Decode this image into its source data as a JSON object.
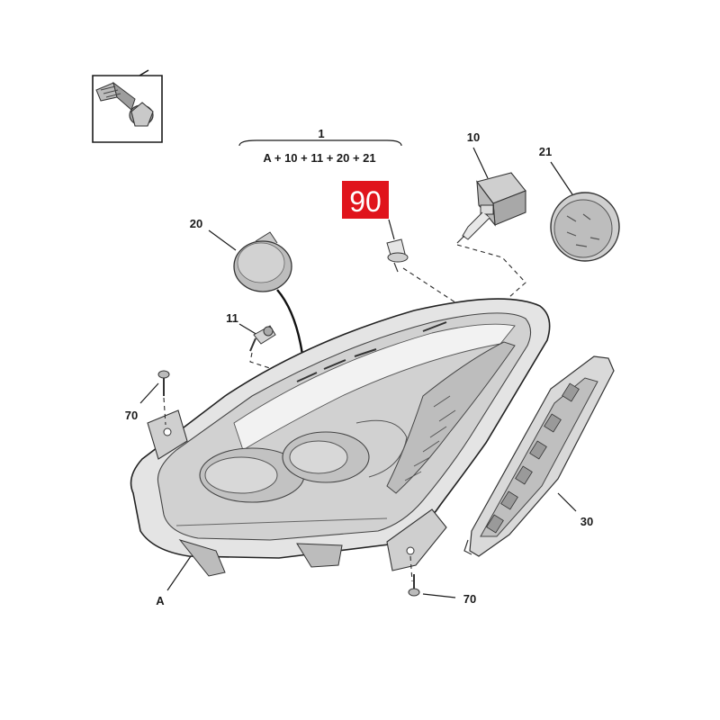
{
  "assembly": {
    "number": "1",
    "formula": "A + 10 + 11 + 20 + 21"
  },
  "highlight": {
    "label": "90",
    "color": "#e0141c",
    "text_color": "#ffffff"
  },
  "labels": {
    "p10": "10",
    "p11": "11",
    "p20": "20",
    "p21": "21",
    "p30": "30",
    "p70_left": "70",
    "p70_bottom": "70",
    "pA": "A"
  },
  "colors": {
    "line": "#1a1a1a",
    "part_fill": "#d9d9d9",
    "part_dark": "#8a8a8a",
    "background": "#ffffff"
  }
}
